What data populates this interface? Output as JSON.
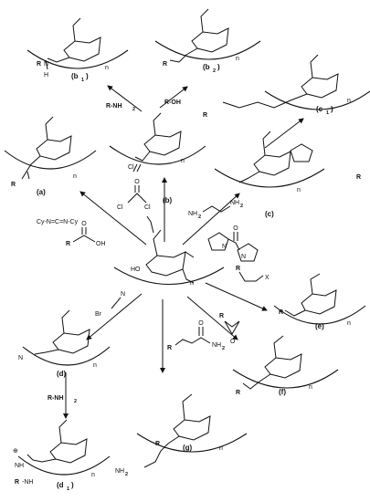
{
  "center": {
    "oh_label": "HO",
    "n_label": "n"
  },
  "reagents": {
    "amine_primary": "R-NH",
    "amine_sub": "2",
    "alcohol": "R-OH",
    "phosgene": "Cl",
    "carbodiimide": "Cy-N=C=N-Cy",
    "acid_r": "R",
    "acid_oh": "OH",
    "diamine_nh2": "NH",
    "diamine_sub": "2",
    "cdi_n": "N",
    "alkyl_x": "X",
    "epoxide_r": "R",
    "bromocyanide": "Br",
    "bromocyanide_n": "N",
    "acrylamide_r": "R",
    "acrylamide_nh2": "NH",
    "acrylamide_sub": "2",
    "amine_d": "R-NH",
    "amine_d_sub": "2"
  },
  "products": [
    {
      "id": "a",
      "label": "(a)"
    },
    {
      "id": "b",
      "label": "(b)"
    },
    {
      "id": "b1",
      "label": "(b",
      "sub": "1"
    },
    {
      "id": "b2",
      "label": "(b",
      "sub": "2"
    },
    {
      "id": "c",
      "label": "(c)"
    },
    {
      "id": "c1",
      "label": "(c",
      "sub": "1"
    },
    {
      "id": "d",
      "label": "(d)"
    },
    {
      "id": "d1",
      "label": "(d",
      "sub": "1"
    },
    {
      "id": "e",
      "label": "(e)"
    },
    {
      "id": "f",
      "label": "(f)"
    },
    {
      "id": "g",
      "label": "(g)"
    }
  ],
  "atoms": {
    "o": "O",
    "n": "N",
    "r": "R",
    "h": "H",
    "cl": "Cl",
    "nc": "N",
    "c": "C",
    "plus": "⊕"
  }
}
